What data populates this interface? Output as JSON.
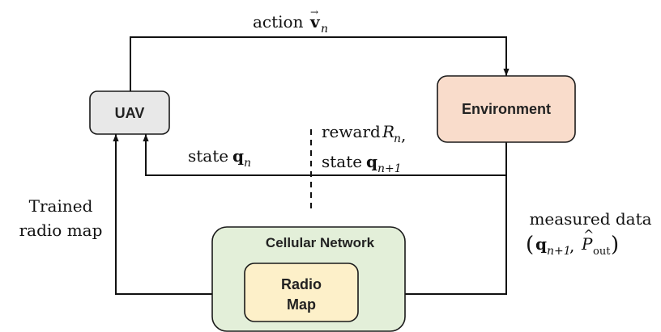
{
  "nodes": {
    "uav": "UAV",
    "environment": "Environment",
    "cellular_network": "Cellular Network",
    "radio_map_line1": "Radio",
    "radio_map_line2": "Map"
  },
  "labels": {
    "action_word": "action",
    "action_var": "v",
    "action_arrow": "→",
    "action_sub": "n",
    "reward_word": "reward",
    "reward_var": "R",
    "reward_sub": "n",
    "comma": ",",
    "state_word": "state",
    "state_var": "q",
    "state_sub_n": "n",
    "state_sub_n1": "n+1",
    "trained_line1": "Trained",
    "trained_line2": "radio map",
    "measured_line1": "measured data",
    "open_paren": "(",
    "close_paren": ")",
    "p_var": "P",
    "p_hat": "^",
    "p_sub": "out"
  },
  "colors": {
    "uav_fill": "#e8e8e8",
    "environment_fill": "#f9dccb",
    "cellular_fill": "#e3efd9",
    "radio_map_fill": "#fdf0c9"
  }
}
